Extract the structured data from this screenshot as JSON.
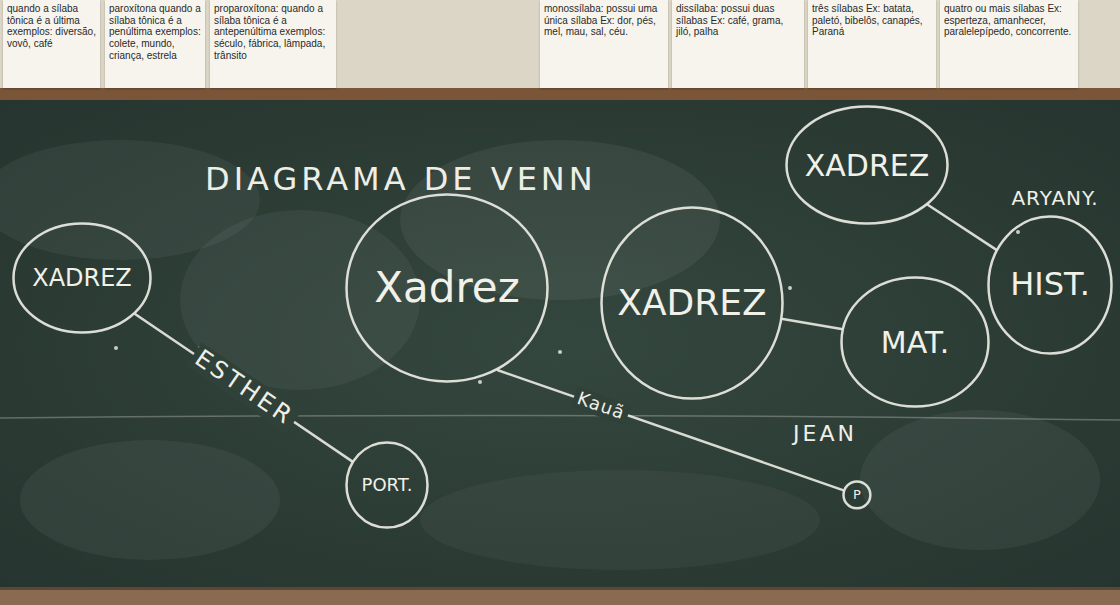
{
  "diagram": {
    "title": "DIAGRAMA DE VENN",
    "nodes": [
      {
        "text": [
          "XADREZ"
        ]
      },
      {
        "text": [
          "Xadrez"
        ]
      },
      {
        "text": [
          "XADREZ"
        ]
      },
      {
        "text": [
          "XADREZ"
        ]
      },
      {
        "text": [
          "MAT."
        ]
      },
      {
        "text": [
          "HIST."
        ]
      },
      {
        "text": [
          "PORT."
        ]
      },
      {
        "text": [
          "P"
        ]
      }
    ],
    "edges": [
      {
        "from": 0,
        "to": 6,
        "arrow": "none",
        "label": "ESTHER"
      },
      {
        "from": 1,
        "to": 7,
        "arrow": "none",
        "label": "Kauã"
      },
      {
        "from": 2,
        "to": 4,
        "arrow": "none"
      },
      {
        "from": 3,
        "to": 5,
        "arrow": "none",
        "label": "ARYANY."
      }
    ],
    "labels": [
      "quando a sílaba tônica é a última exemplos: diversão, vovô, café",
      "paroxítona quando a sílaba tônica é a penúltima exemplos: colete, mundo, criança, estrela",
      "proparoxítona: quando a sílaba tônica é a antepenúltima exemplos: século, fábrica, lâmpada, trânsito",
      "monossílaba: possui uma única sílaba Ex: dor, pés, mel, mau, sal, céu.",
      "dissílaba: possui duas sílabas Ex: café, grama, jiló, palha",
      "três sílabas Ex: batata, paletó, bibelôs, canapés, Paraná",
      "quatro ou mais sílabas Ex: esperteza, amanhecer, paralelepípedo, concorrente.",
      "JEAN"
    ]
  }
}
